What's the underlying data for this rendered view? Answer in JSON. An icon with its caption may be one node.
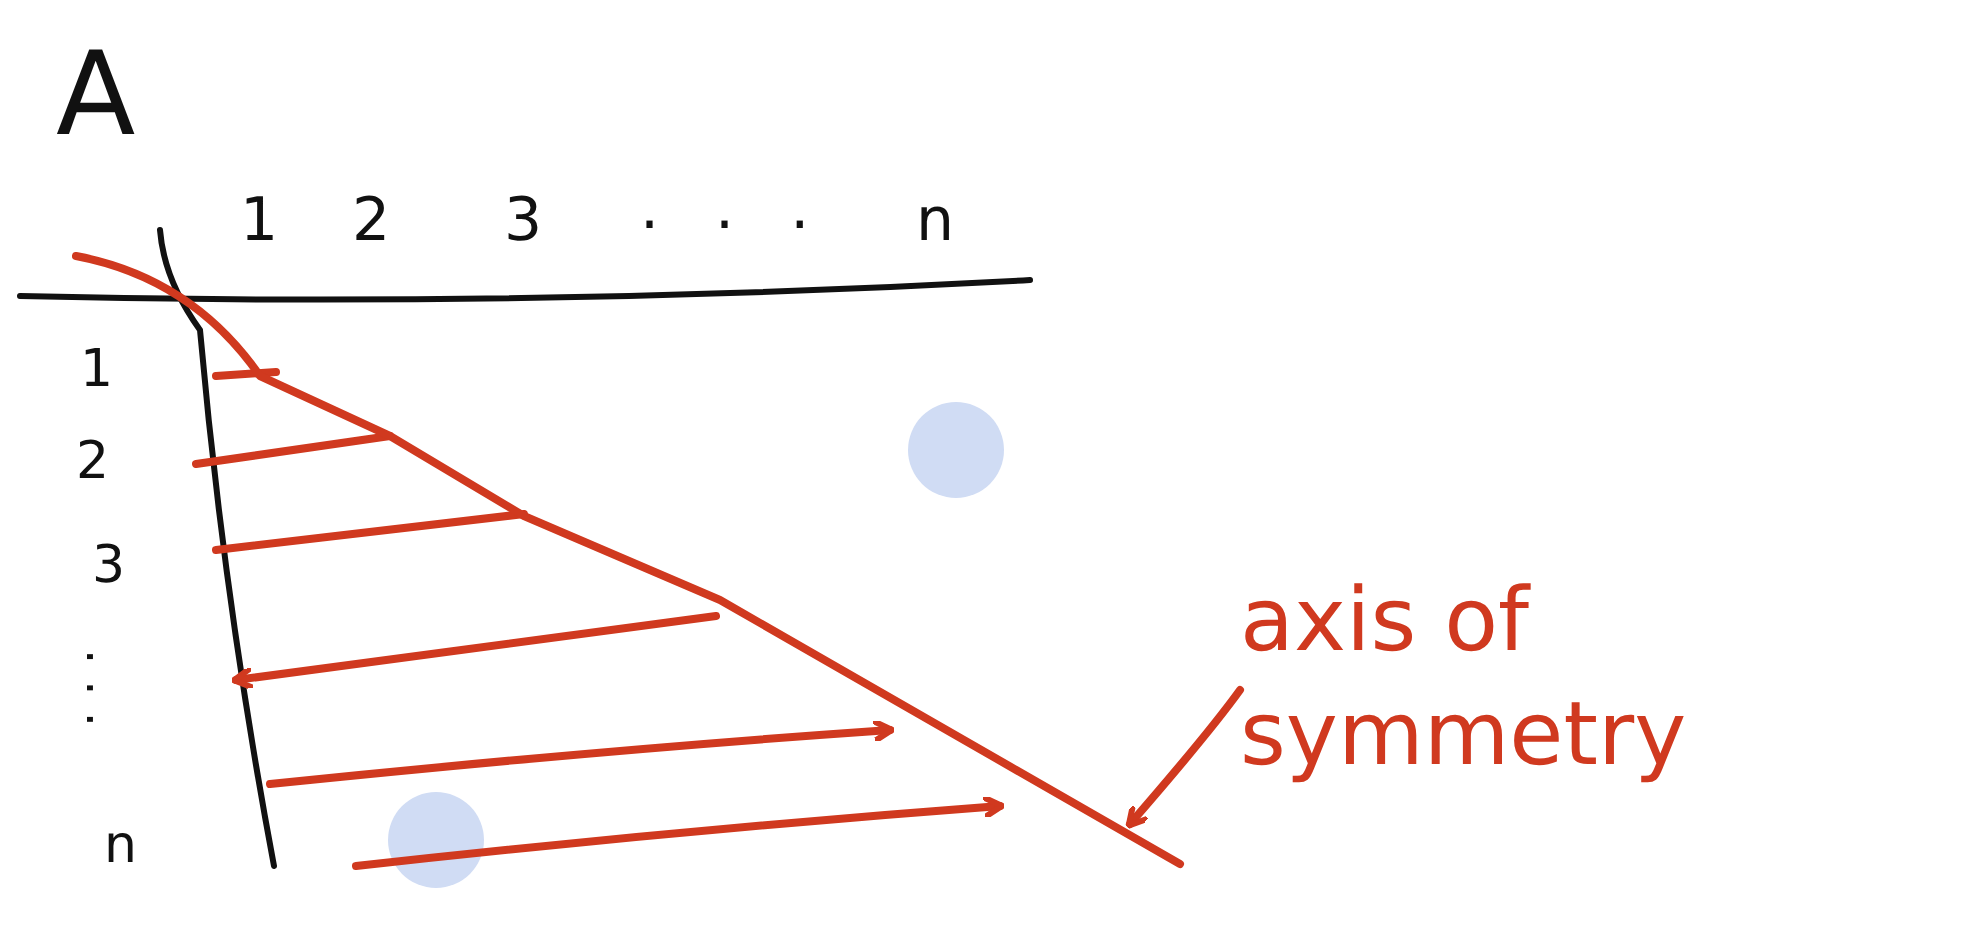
{
  "diagram": {
    "nodes": [
      {
        "text": [
          "axis of symmetry"
        ]
      },
      {
        "text": [],
        "shape": "line"
      }
    ],
    "edges": [
      {
        "from": 0,
        "to": 1,
        "arrow": "to"
      }
    ],
    "labels": [
      "A",
      "1",
      "2",
      "3",
      "...",
      "n",
      "1",
      "2",
      "3",
      "...",
      "n"
    ]
  }
}
